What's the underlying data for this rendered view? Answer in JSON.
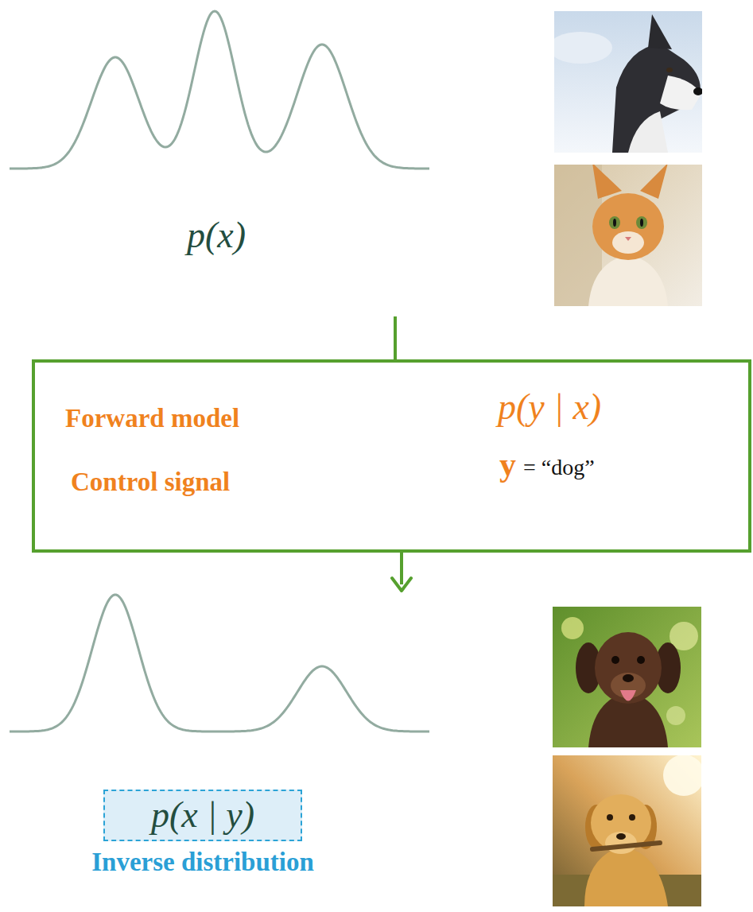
{
  "diagram": {
    "nodes": [
      {
        "text": [
          "Forward model",
          "p(y | x)",
          "Control signal",
          "y",
          "= “dog”"
        ]
      },
      {
        "text": [
          "p(x | y)",
          "Inverse distribution"
        ]
      }
    ],
    "labels": [
      "p(x)"
    ]
  }
}
